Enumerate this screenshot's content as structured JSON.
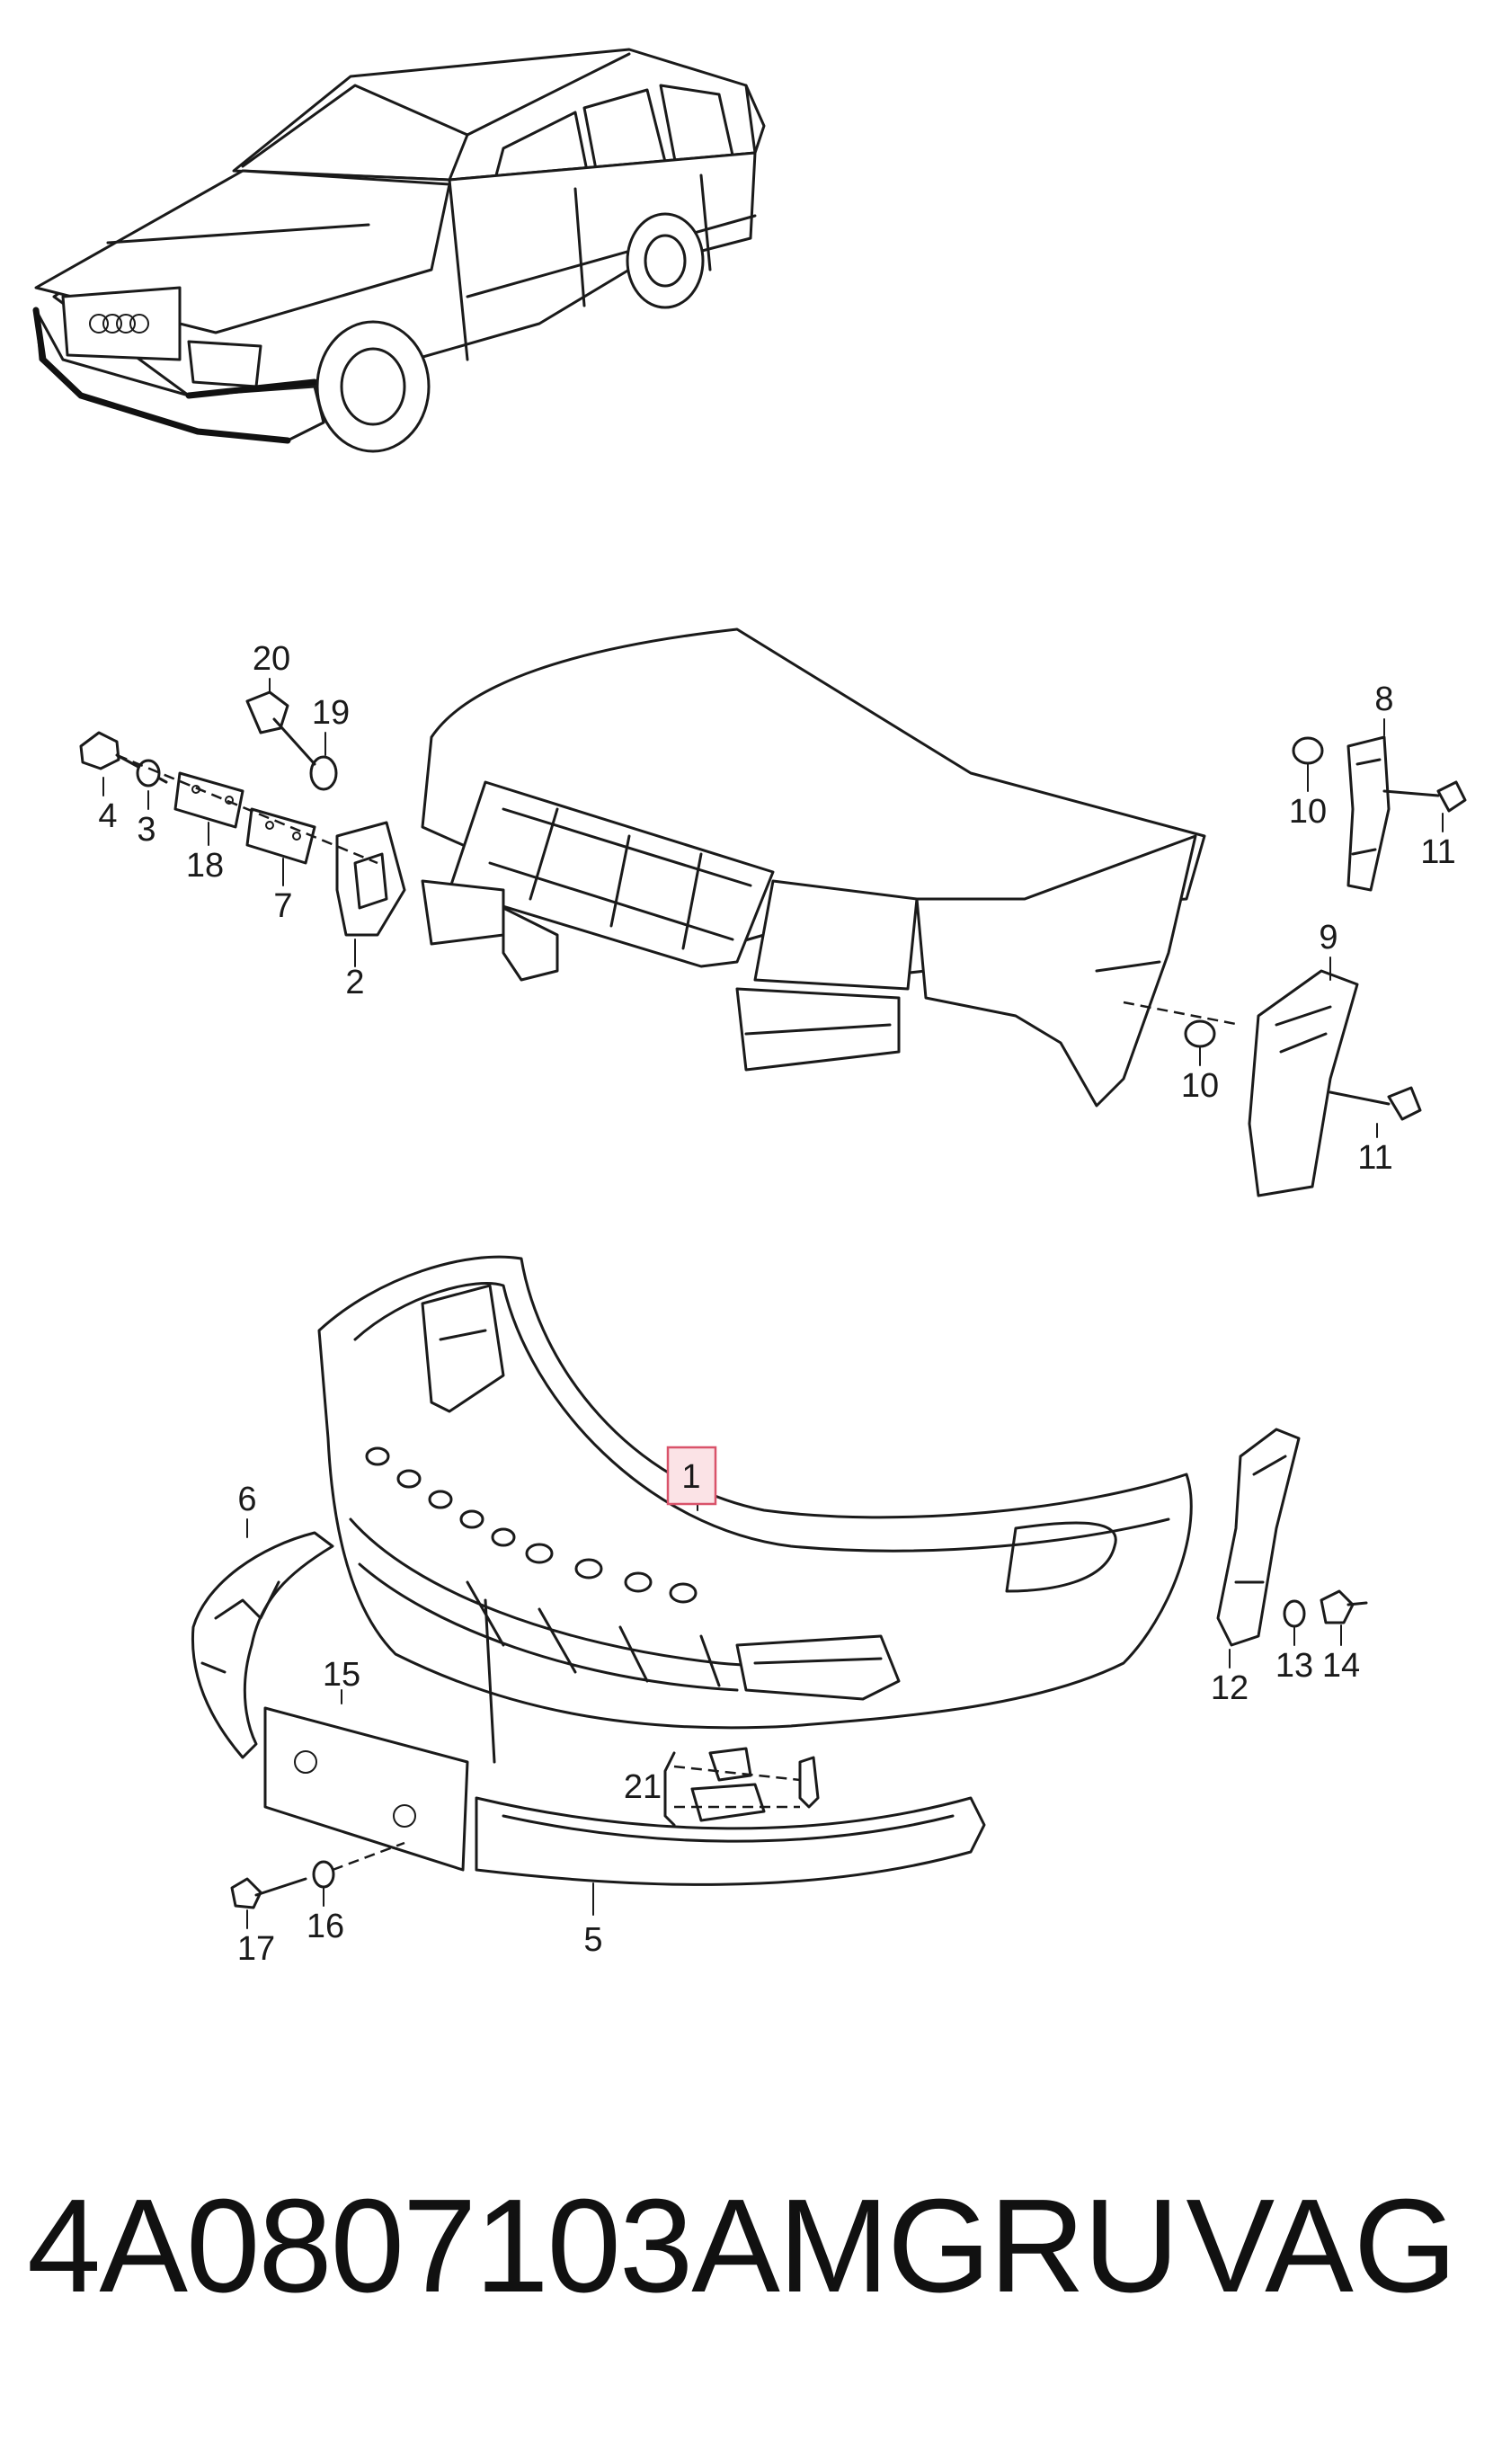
{
  "labels": {
    "p1": "1",
    "p2": "2",
    "p3": "3",
    "p4": "4",
    "p5": "5",
    "p6": "6",
    "p7": "7",
    "p8": "8",
    "p9": "9",
    "p10a": "10",
    "p10b": "10",
    "p11a": "11",
    "p11b": "11",
    "p12": "12",
    "p13": "13",
    "p14": "14",
    "p15": "15",
    "p16": "16",
    "p17": "17",
    "p18": "18",
    "p19": "19",
    "p20": "20",
    "p21": "21"
  },
  "footer": {
    "part_number": "4A0807103AMGRU",
    "brand": "VAG"
  },
  "colors": {
    "highlight_fill": "#fbe3e6",
    "highlight_stroke": "#d9536a",
    "line": "#1a1a1a"
  }
}
